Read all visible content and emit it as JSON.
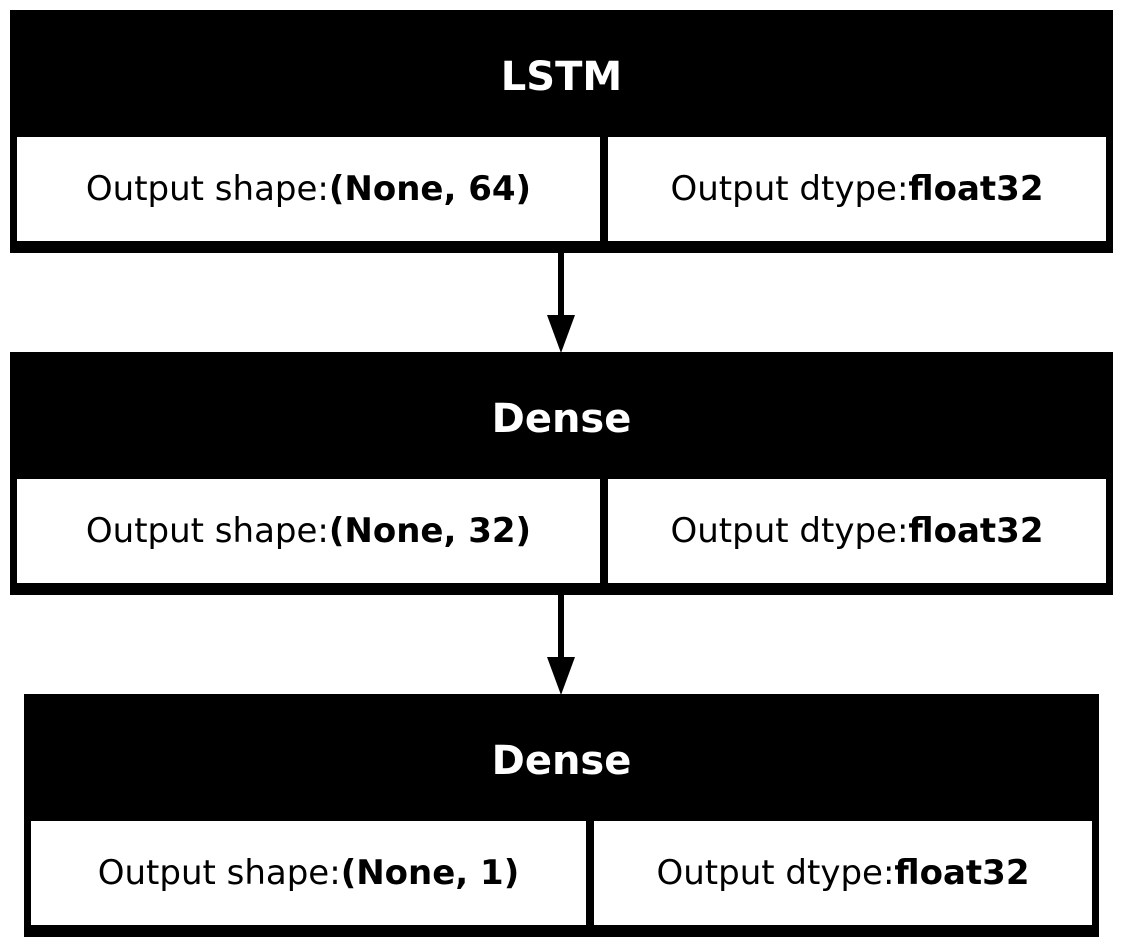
{
  "layers": [
    {
      "name": "LSTM",
      "shape_label": "Output shape: ",
      "shape_value": "(None, 64)",
      "dtype_label": "Output dtype: ",
      "dtype_value": "float32"
    },
    {
      "name": "Dense",
      "shape_label": "Output shape: ",
      "shape_value": "(None, 32)",
      "dtype_label": "Output dtype: ",
      "dtype_value": "float32"
    },
    {
      "name": "Dense",
      "shape_label": "Output shape: ",
      "shape_value": "(None, 1)",
      "dtype_label": "Output dtype: ",
      "dtype_value": "float32"
    }
  ]
}
